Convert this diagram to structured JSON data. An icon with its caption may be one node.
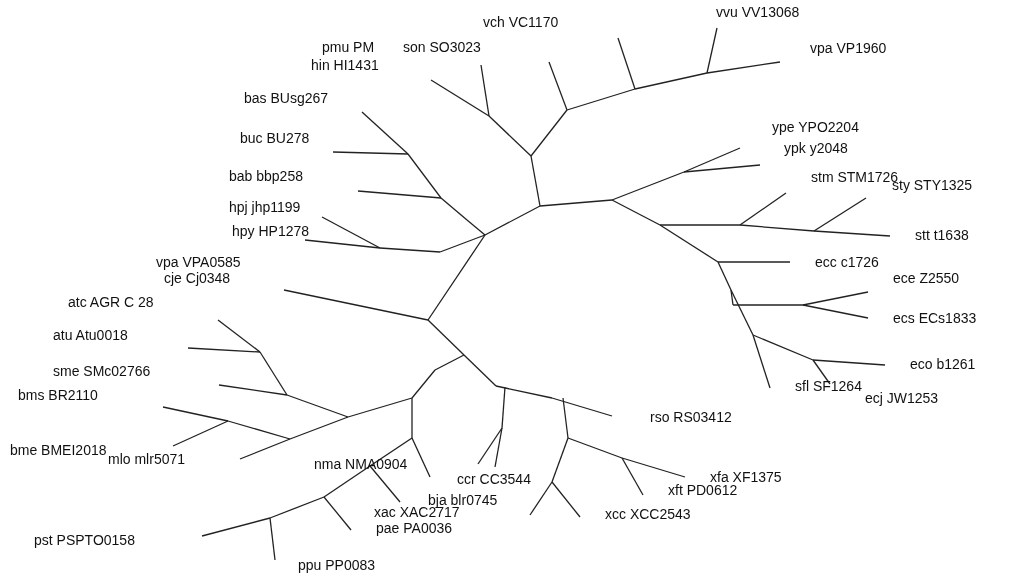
{
  "diagram": {
    "labels": [
      "vvu VV13068",
      "vch VC1170",
      "pmu PM",
      "son SO3023",
      "hin HI1431",
      "vpa VP1960",
      "bas BUsg267",
      "ype YPO2204",
      "ypk y2048",
      "buc BU278",
      "stm STM1726",
      "sty STY1325",
      "bab bbp258",
      "hpj jhp1199",
      "stt t1638",
      "hpy HP1278",
      "ecc c1726",
      "vpa VPA0585",
      "cje Cj0348",
      "ece Z2550",
      "atc AGR C 28",
      "ecs ECs1833",
      "atu Atu0018",
      "eco b1261",
      "sme SMc02766",
      "sfl SF1264",
      "bms BR2110",
      "ecj JW1253",
      "rso RS03412",
      "bme BMEI2018",
      "mlo mlr5071",
      "xfa XF1375",
      "nma NMA0904",
      "ccr CC3544",
      "xft PD0612",
      "bja blr0745",
      "xac XAC2717",
      "xcc XCC2543",
      "pae PA0036",
      "pst PSPTO0158",
      "ppu PP0083"
    ]
  }
}
